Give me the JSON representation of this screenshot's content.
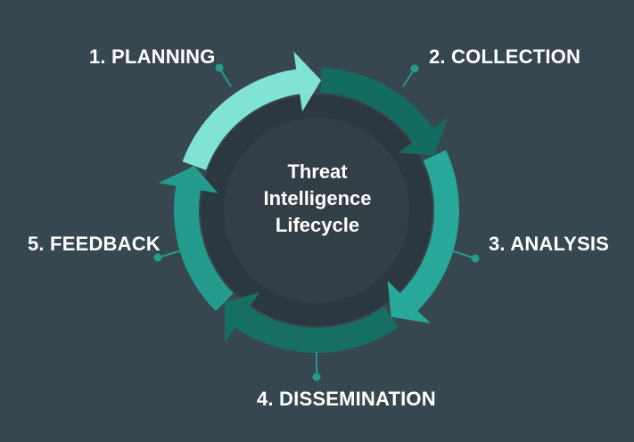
{
  "diagram": {
    "center_title_lines": [
      "Threat",
      "Intelligence",
      "Lifecycle"
    ],
    "stages": [
      {
        "label": "1. PLANNING",
        "color": "#80e3d5"
      },
      {
        "label": "2. COLLECTION",
        "color": "#146b60"
      },
      {
        "label": "3. ANALYSIS",
        "color": "#28a89a"
      },
      {
        "label": "4. DISSEMINATION",
        "color": "#176f63"
      },
      {
        "label": "5. FEEDBACK",
        "color": "#249c8d"
      }
    ]
  },
  "colors": {
    "background": "#37474f",
    "center_circle": "#323f47",
    "inner_ring": "#2c383f",
    "connector": "#249c8d"
  }
}
